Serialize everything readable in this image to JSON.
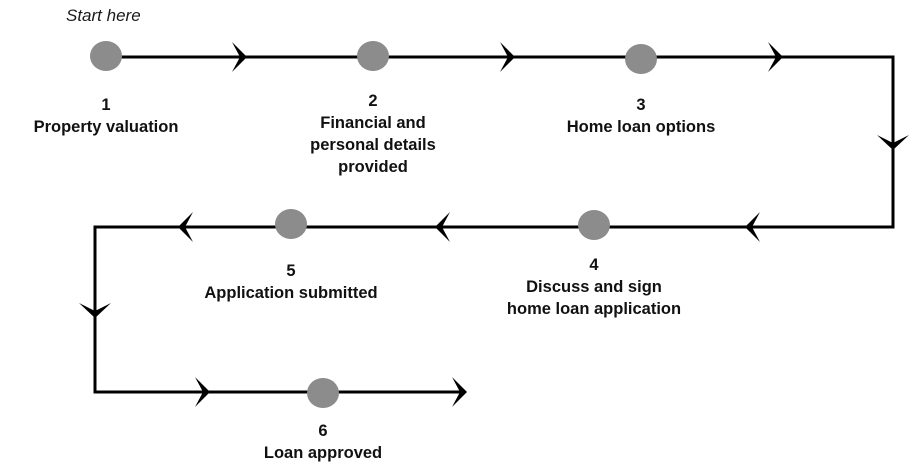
{
  "start_label": "Start here",
  "steps": [
    {
      "number": "1",
      "lines": [
        "Property valuation"
      ]
    },
    {
      "number": "2",
      "lines": [
        "Financial and",
        "personal details",
        "provided"
      ]
    },
    {
      "number": "3",
      "lines": [
        "Home loan options"
      ]
    },
    {
      "number": "4",
      "lines": [
        "Discuss and sign",
        "home loan application"
      ]
    },
    {
      "number": "5",
      "lines": [
        "Application submitted"
      ]
    },
    {
      "number": "6",
      "lines": [
        "Loan approved"
      ]
    }
  ],
  "colors": {
    "line": "#000000",
    "node": "#8c8c8c",
    "text": "#111111"
  }
}
